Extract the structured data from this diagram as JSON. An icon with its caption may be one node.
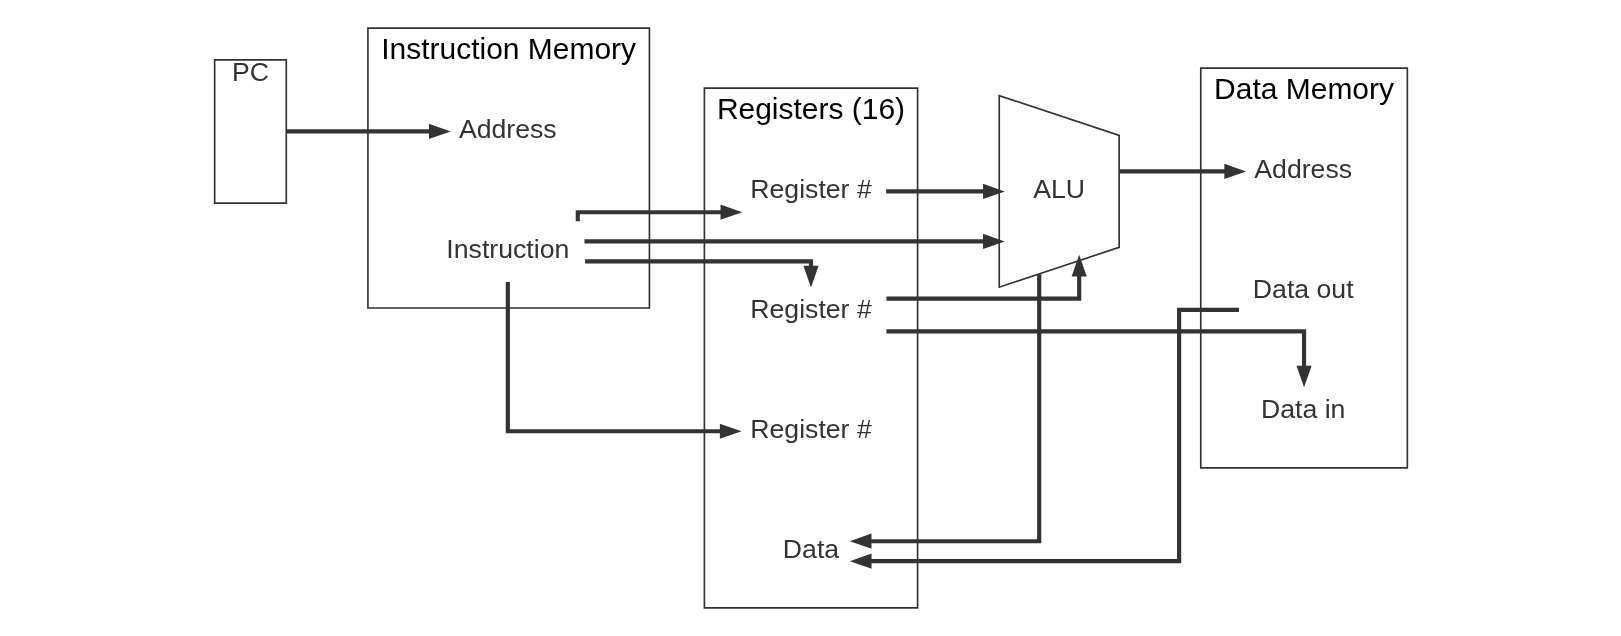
{
  "diagram": {
    "nodes": [
      {
        "text": [
          "PC"
        ]
      },
      {
        "text": [
          "Instruction Memory"
        ]
      },
      {
        "text": [
          "Address"
        ],
        "in": 1
      },
      {
        "text": [
          "Instruction"
        ],
        "in": 1
      },
      {
        "text": [
          "Registers (16)"
        ]
      },
      {
        "text": [
          "Register #"
        ],
        "in": 4
      },
      {
        "text": [
          "Register #"
        ],
        "in": 4
      },
      {
        "text": [
          "Register #"
        ],
        "in": 4
      },
      {
        "text": [
          "Data"
        ],
        "in": 4
      },
      {
        "text": [
          "ALU"
        ]
      },
      {
        "text": [
          "Data Memory"
        ]
      },
      {
        "text": [
          "Address"
        ],
        "in": 10
      },
      {
        "text": [
          "Data out"
        ],
        "in": 10
      },
      {
        "text": [
          "Data in"
        ],
        "in": 10
      }
    ],
    "edges": [
      {
        "from": 0,
        "to": 2,
        "arrow": "to"
      },
      {
        "from": 3,
        "to": 5,
        "arrow": "to"
      },
      {
        "from": 3,
        "to": 6,
        "arrow": "to"
      },
      {
        "from": 3,
        "to": 7,
        "arrow": "to"
      },
      {
        "from": 3,
        "to": 9,
        "arrow": "to"
      },
      {
        "from": 5,
        "to": 9,
        "arrow": "to"
      },
      {
        "from": 6,
        "to": 9,
        "arrow": "to"
      },
      {
        "from": 6,
        "to": 13,
        "arrow": "to"
      },
      {
        "from": 9,
        "to": 11,
        "arrow": "to"
      },
      {
        "from": 9,
        "to": 8,
        "arrow": "to"
      },
      {
        "from": 12,
        "to": 8,
        "arrow": "to"
      }
    ]
  }
}
